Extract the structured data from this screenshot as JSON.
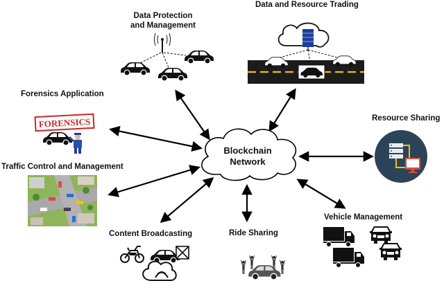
{
  "hub": {
    "line1": "Blockchain",
    "line2": "Network"
  },
  "nodes": {
    "data_protection": {
      "line1": "Data Protection",
      "line2": "and Management"
    },
    "data_trading": {
      "label": "Data and Resource Trading"
    },
    "forensics": {
      "label": "Forensics Application",
      "sign": "FORENSICS"
    },
    "resource_sharing": {
      "label": "Resource Sharing"
    },
    "traffic_control": {
      "label": "Traffic Control and Management"
    },
    "vehicle_management": {
      "label": "Vehicle Management"
    },
    "content_broadcasting": {
      "label": "Content Broadcasting"
    },
    "ride_sharing": {
      "label": "Ride Sharing"
    }
  },
  "colors": {
    "accent_red": "#c62828",
    "resource_circle": "#2b4459",
    "road": "#1c1c1c",
    "lane": "#f2c200",
    "server": "#1f3d9e"
  }
}
